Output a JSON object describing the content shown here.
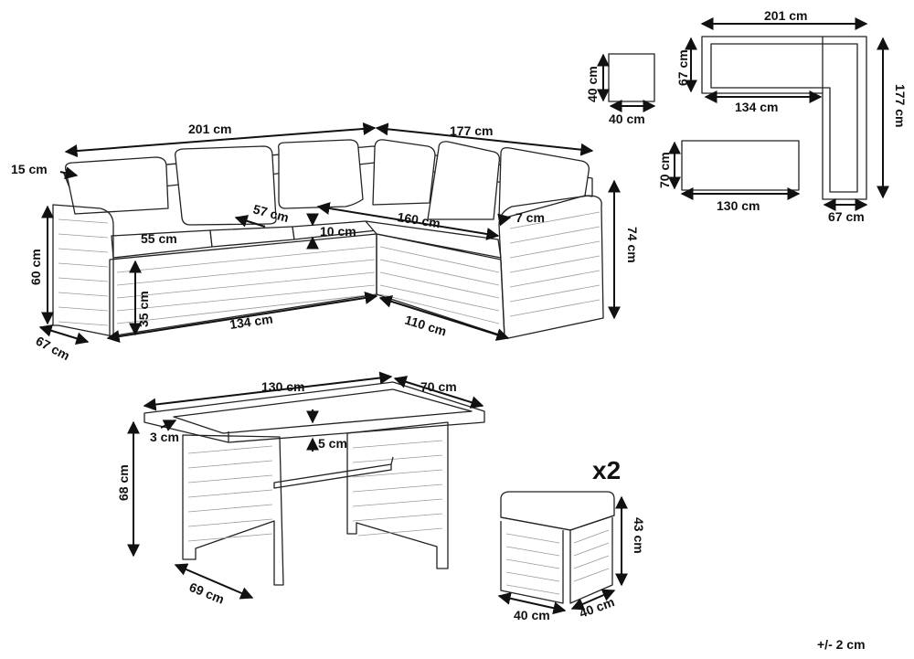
{
  "sofa": {
    "width_left": "201 cm",
    "width_right": "177 cm",
    "arm_top": "15 cm",
    "seat_depth": "55 cm",
    "back_depth": "57 cm",
    "cushion_thickness": "10 cm",
    "inner_length": "160 cm",
    "arm_width": "7 cm",
    "total_height": "74 cm",
    "arm_height": "60 cm",
    "seat_height": "35 cm",
    "depth": "67 cm",
    "front_length": "134 cm",
    "side_length": "110 cm"
  },
  "plan": {
    "stool_w": "40 cm",
    "stool_d": "40 cm",
    "sofa_total": "201 cm",
    "sofa_depth": "67 cm",
    "sofa_inner": "134 cm",
    "sofa_side": "177 cm",
    "sofa_side_depth": "67 cm",
    "table_w": "130 cm",
    "table_d": "70 cm"
  },
  "table": {
    "length": "130 cm",
    "width": "70 cm",
    "edge": "3 cm",
    "top_thickness": "5 cm",
    "height": "68 cm",
    "depth": "69 cm"
  },
  "stool": {
    "quantity": "x2",
    "height": "43 cm",
    "width": "40 cm",
    "depth": "40 cm"
  },
  "tolerance": "+/- 2 cm"
}
